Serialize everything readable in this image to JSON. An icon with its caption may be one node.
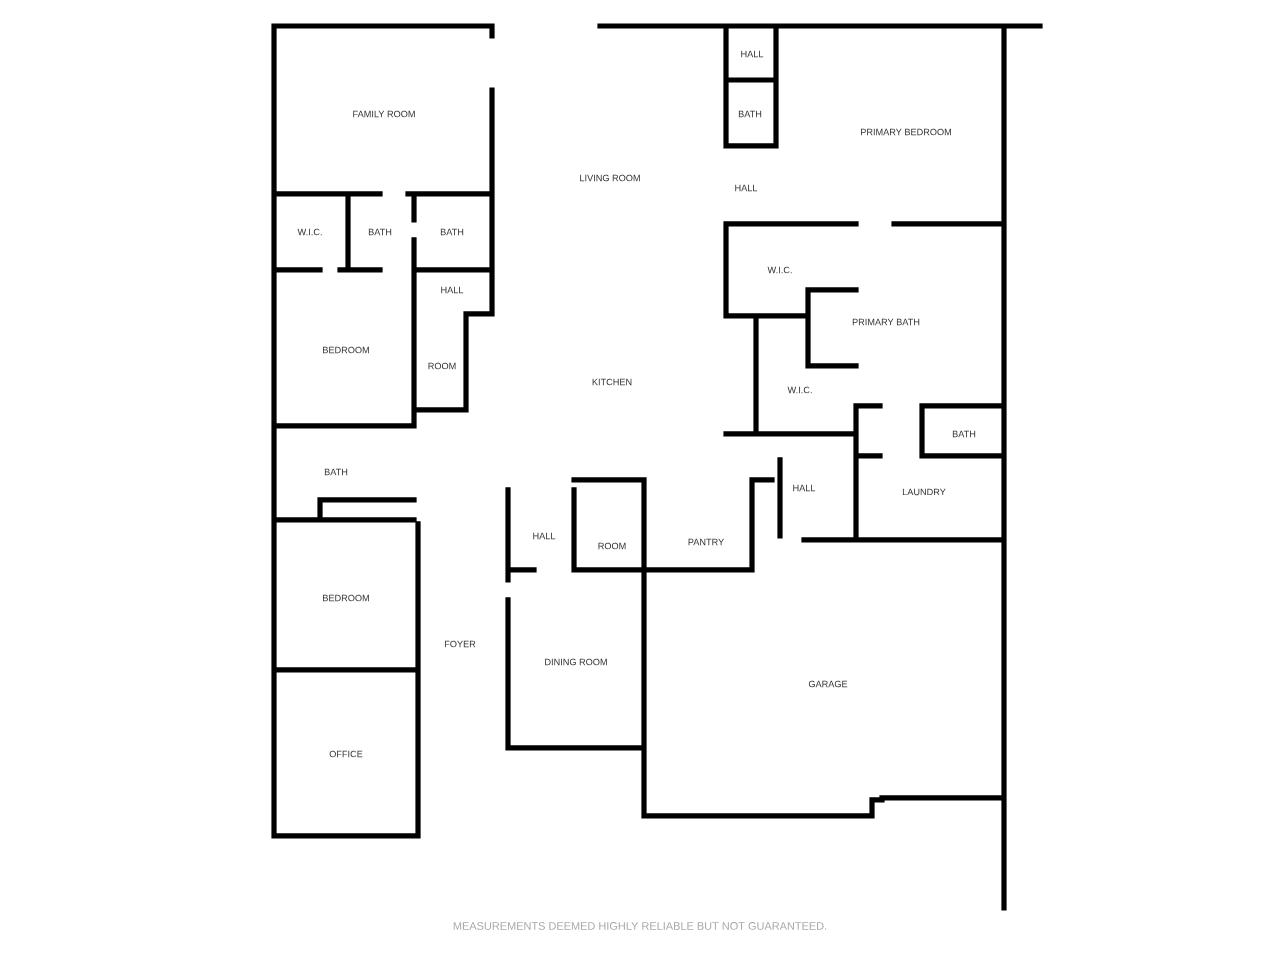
{
  "diagram": {
    "labels": [
      "HALL",
      "FAMILY ROOM",
      "BATH",
      "PRIMARY BEDROOM",
      "LIVING ROOM",
      "HALL",
      "W.I.C.",
      "BATH",
      "BATH",
      "W.I.C.",
      "HALL",
      "PRIMARY BATH",
      "BEDROOM",
      "ROOM",
      "KITCHEN",
      "W.I.C.",
      "BATH",
      "BATH",
      "HALL",
      "LAUNDRY",
      "HALL",
      "PANTRY",
      "ROOM",
      "BEDROOM",
      "FOYER",
      "DINING ROOM",
      "GARAGE",
      "OFFICE",
      "MEASUREMENTS DEEMED HIGHLY RELIABLE BUT NOT GUARANTEED."
    ]
  }
}
